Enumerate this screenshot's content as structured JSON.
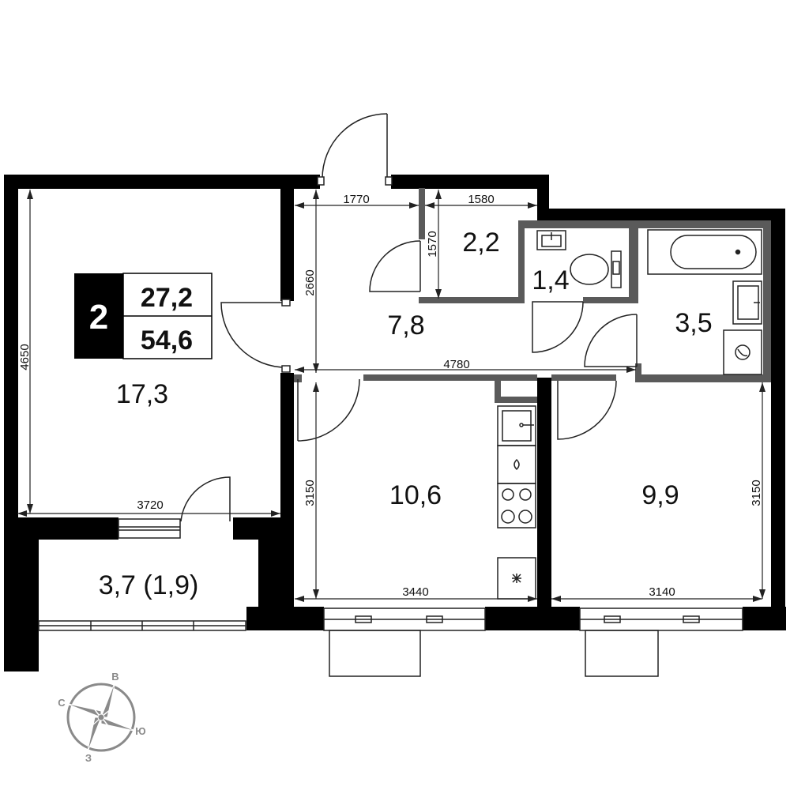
{
  "badge": {
    "rooms": "2",
    "living_area": "27,2",
    "total_area": "54,6"
  },
  "rooms": {
    "living_large": "17,3",
    "hall": "7,8",
    "storage": "2,2",
    "wc": "1,4",
    "bathroom": "3,5",
    "kitchen": "10,6",
    "bedroom": "9,9",
    "loggia": "3,7 (1,9)"
  },
  "dimensions": {
    "hall_width_left": "1770",
    "storage_width": "1580",
    "storage_height": "1570",
    "hall_height": "2660",
    "living_height": "4650",
    "living_width": "3720",
    "corridor_length": "4780",
    "kitchen_height": "3150",
    "kitchen_width": "3440",
    "bedroom_height": "3150",
    "bedroom_width": "3140"
  },
  "compass": {
    "north": "С",
    "east": "В",
    "south": "Ю",
    "west": "З"
  },
  "colors": {
    "wall": "#000000",
    "partition": "#5a5a5a",
    "line": "#222222",
    "compass": "#8a8a8a"
  }
}
